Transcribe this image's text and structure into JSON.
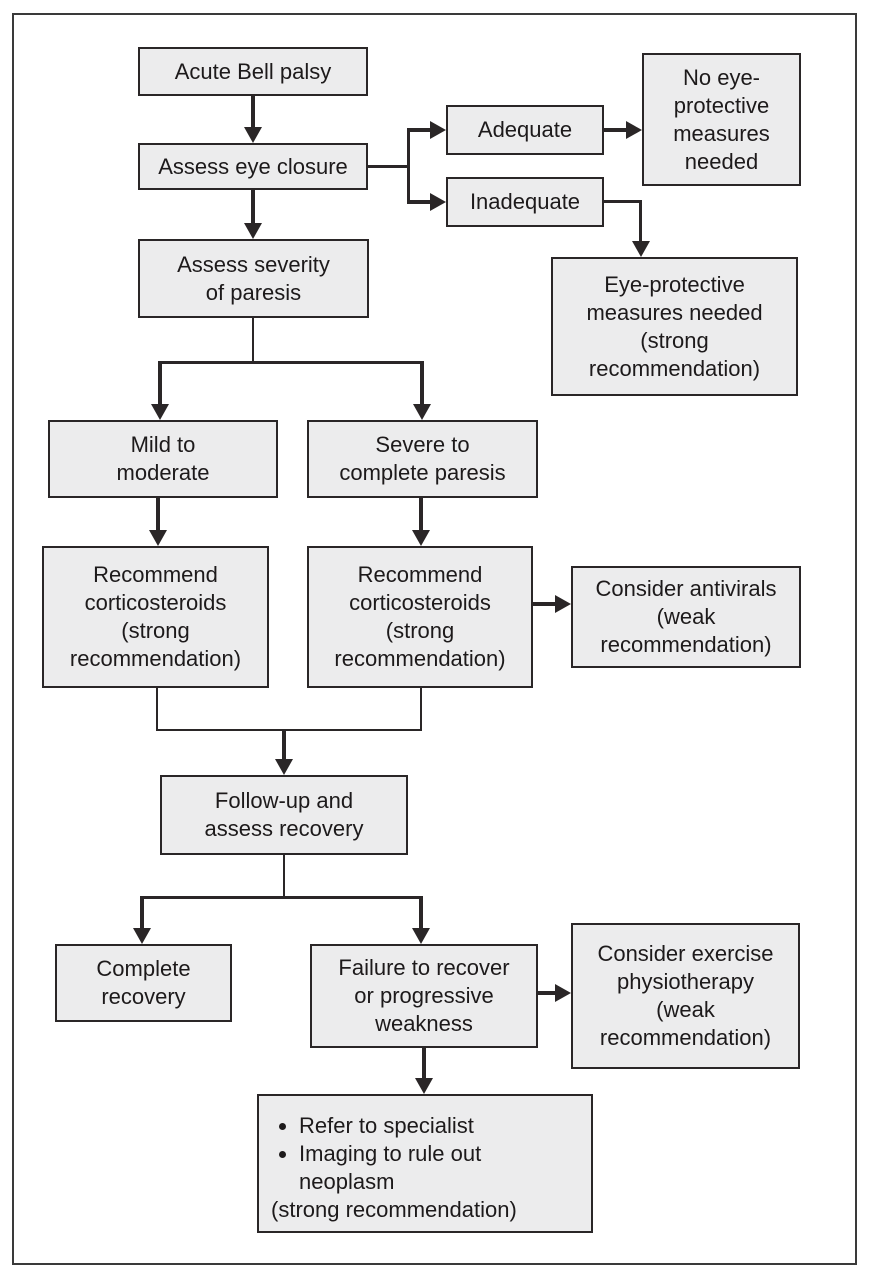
{
  "palette": {
    "background": "#ffffff",
    "frame": "#3a3a3a",
    "box_fill": "#ececed",
    "box_border": "#2a2627",
    "line": "#2a2627",
    "text": "#1d1a1b"
  },
  "nodes": {
    "acute": {
      "label": "Acute Bell palsy"
    },
    "assess_eye": {
      "label": "Assess eye closure"
    },
    "adequate": {
      "label": "Adequate"
    },
    "inadequate": {
      "label": "Inadequate"
    },
    "no_eye": {
      "label": "No eye-\nprotective\nmeasures\nneeded"
    },
    "eye_needed": {
      "label": "Eye-protective\nmeasures needed\n(strong\nrecommendation)"
    },
    "severity": {
      "label": "Assess severity\nof paresis"
    },
    "mild": {
      "label": "Mild to\nmoderate"
    },
    "severe": {
      "label": "Severe to\ncomplete paresis"
    },
    "cortico_left": {
      "label": "Recommend\ncorticosteroids\n(strong\nrecommendation)"
    },
    "cortico_right": {
      "label": "Recommend\ncorticosteroids\n(strong\nrecommendation)"
    },
    "antivirals": {
      "label": "Consider antivirals\n(weak\nrecommendation)"
    },
    "followup": {
      "label": "Follow-up and\nassess recovery"
    },
    "complete": {
      "label": "Complete\nrecovery"
    },
    "failure": {
      "label": "Failure to recover\nor progressive\nweakness"
    },
    "physio": {
      "label": "Consider exercise\nphysiotherapy\n(weak\nrecommendation)"
    },
    "refer": {
      "items": [
        "Refer to specialist",
        "Imaging to rule out\nneoplasm"
      ],
      "note": "(strong recommendation)"
    }
  }
}
